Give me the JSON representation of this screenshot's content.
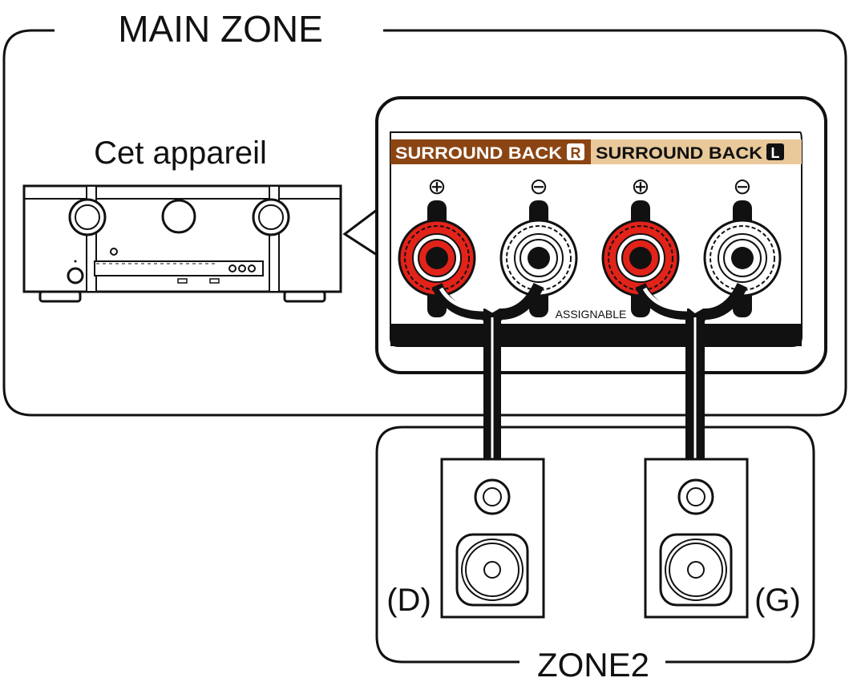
{
  "main_zone": {
    "title": "MAIN ZONE"
  },
  "device": {
    "label": "Cet appareil"
  },
  "terminal_panel": {
    "channels": [
      {
        "label": "SURROUND BACK",
        "side_badge": "R",
        "color": "#8b4513"
      },
      {
        "label": "SURROUND BACK",
        "side_badge": "L",
        "color": "#e9c99a"
      }
    ],
    "plus_symbol": "⊕",
    "minus_symbol": "⊖",
    "assignable_label": "ASSIGNABLE",
    "terminal_red": "#e2231a"
  },
  "zone2": {
    "title": "ZONE2",
    "speakers": [
      {
        "label": "(D)"
      },
      {
        "label": "(G)"
      }
    ]
  }
}
